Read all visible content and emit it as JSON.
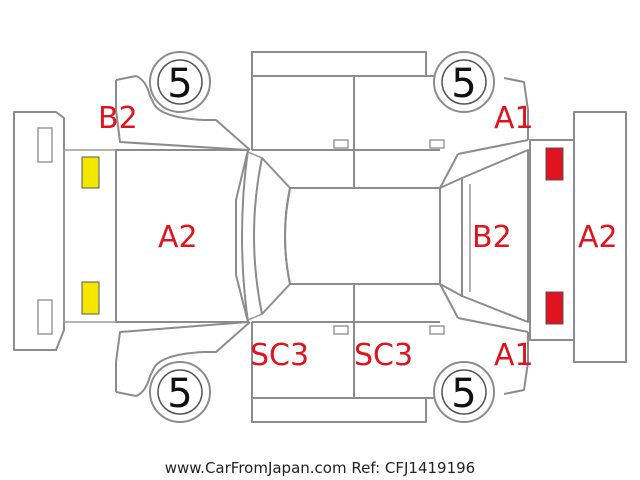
{
  "diagram": {
    "tires": {
      "front_left": "5",
      "front_right": "5",
      "rear_left": "5",
      "rear_right": "5"
    },
    "labels": {
      "front_left_fender": "B2",
      "front_right_fender": "A1",
      "rear_right_fender": "A1",
      "hood": "A2",
      "rear_hatch": "B2",
      "rear_bumper": "A2",
      "rear_door_lower": "SC3",
      "front_door_lower": "SC3"
    },
    "lamp_colors": {
      "front": "#f5e600",
      "rear": "#e0141e"
    }
  },
  "footer": {
    "watermark": "www.CarFromJapan.com Ref: CFJ1419196"
  }
}
